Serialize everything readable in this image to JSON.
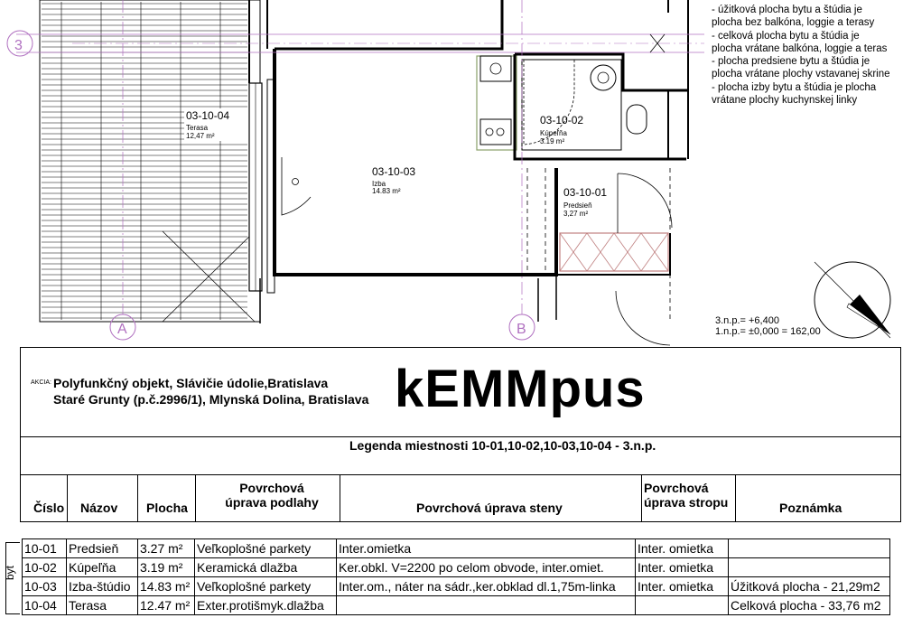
{
  "plan": {
    "grid_labels": {
      "row": "3",
      "col_a": "A",
      "col_b": "B"
    },
    "rooms": [
      {
        "id": "03-10-04",
        "name": "Terasa",
        "area": "12,47 m²"
      },
      {
        "id": "03-10-03",
        "name": "Izba",
        "area": "14.83 m²"
      },
      {
        "id": "03-10-02",
        "name": "Kúpeľňa",
        "area": "3.19 m²"
      },
      {
        "id": "03-10-01",
        "name": "Predsieň",
        "area": "3,27 m²"
      }
    ]
  },
  "notes": [
    "- úžitková plocha bytu a štúdia je",
    "plocha bez balkóna, loggie a terasy",
    "- celková plocha bytu a štúdia je",
    "plocha vrátane balkóna, loggie a teras",
    "- plocha predsiene bytu a štúdia je",
    "plocha vrátane plochy vstavanej skrine",
    "- plocha izby bytu a štúdia je plocha",
    "vrátane plochy kuchynskej linky"
  ],
  "levels": {
    "line1": "3.n.p.= +6,400",
    "line2": "1.n.p.= ±0,000  = 162,00"
  },
  "title_block": {
    "akcia_label": "AKCIA:",
    "akcia_line1": "Polyfunkčný objekt, Slávičie údolie,Bratislava",
    "akcia_line2": "Staré Grunty (p.č.2996/1), Mlynská Dolina, Bratislava",
    "brand": "kEMMpus",
    "legend_title": "Legenda miestnosti 10-01,10-02,10-03,10-04 - 3.n.p.",
    "headers": {
      "cislo": "Číslo",
      "nazov": "Názov",
      "plocha": "Plocha",
      "podlaha": "Povrchová úprava podlahy",
      "steny": "Povrchová úprava steny",
      "strop": "Povrchová úprava stropu",
      "poznamka": "Poznámka"
    }
  },
  "table": {
    "side_label": "byt",
    "rows": [
      {
        "cislo": "10-01",
        "nazov": "Predsieň",
        "plocha": "3.27 m²",
        "podlaha": "Veľkoplošné parkety",
        "steny": "Inter.omietka",
        "strop": "Inter. omietka",
        "poznamka": ""
      },
      {
        "cislo": "10-02",
        "nazov": "Kúpeľňa",
        "plocha": "3.19 m²",
        "podlaha": "Keramická dlažba",
        "steny": "Ker.obkl. V=2200 po celom obvode, inter.omiet.",
        "strop": "Inter. omietka",
        "poznamka": ""
      },
      {
        "cislo": "10-03",
        "nazov": "Izba-štúdio",
        "plocha": "14.83 m²",
        "podlaha": "Veľkoplošné parkety",
        "steny": "Inter.om., náter na sádr.,ker.obklad dl.1,75m-linka",
        "strop": "Inter. omietka",
        "poznamka": "Úžitková plocha - 21,29m2"
      },
      {
        "cislo": "10-04",
        "nazov": "Terasa",
        "plocha": "12.47 m²",
        "podlaha": "Exter.protišmyk.dlažba",
        "steny": "",
        "strop": "",
        "poznamka": "Celková plocha - 33,76 m2"
      }
    ]
  }
}
